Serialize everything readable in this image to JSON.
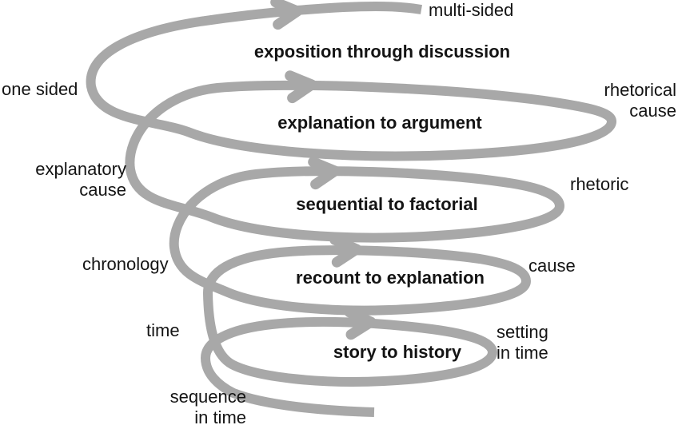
{
  "colors": {
    "spiral": "#a8a8a8",
    "text": "#141414",
    "background": "#ffffff"
  },
  "diagram": {
    "type": "spiral-progression",
    "origin_label": "sequence\nin time",
    "end_label": "multi-sided",
    "stages": [
      {
        "center": "story to history",
        "left": "time",
        "right": "setting\nin time"
      },
      {
        "center": "recount to explanation",
        "left": "chronology",
        "right": "cause"
      },
      {
        "center": "sequential to factorial",
        "left": "explanatory\ncause",
        "right": "rhetoric"
      },
      {
        "center": "explanation to argument",
        "left": "one sided",
        "right": "rhetorical\ncause"
      },
      {
        "center": "exposition through discussion"
      }
    ]
  }
}
